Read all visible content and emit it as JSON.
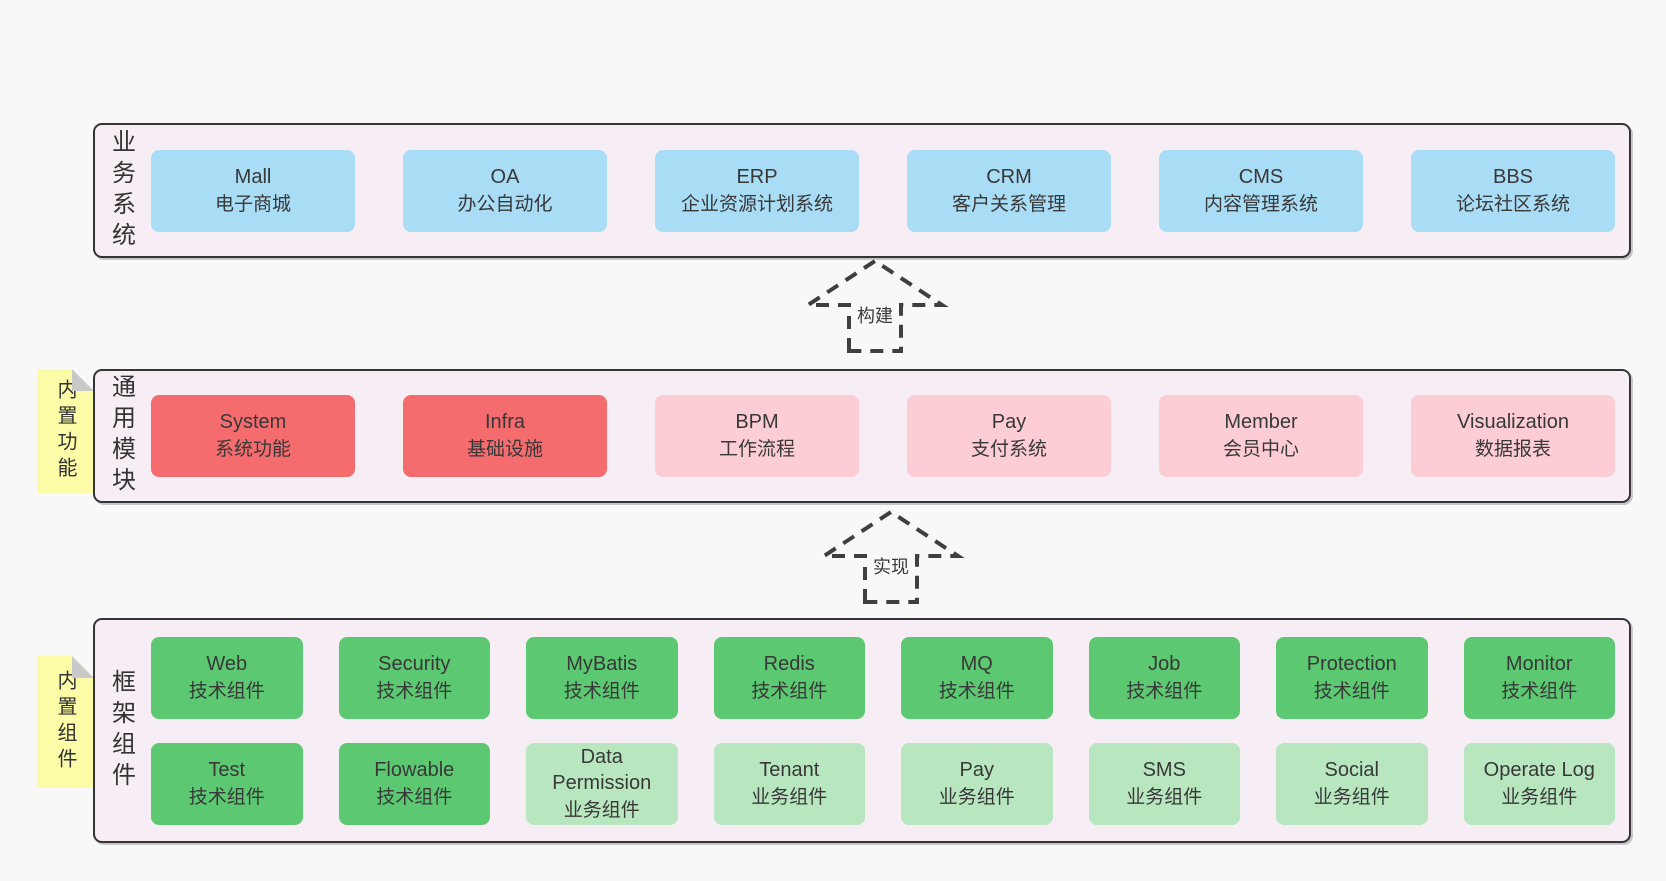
{
  "colors": {
    "blue": "#a9dcf5",
    "red": "#f56c6f",
    "pink": "#fccdd5",
    "green": "#5dc872",
    "lightgreen": "#b7e6bf",
    "panel_bg": "#f7eef5",
    "note_yellow": "#fbfba8",
    "border": "#353535"
  },
  "panels": {
    "business": {
      "label": "业务系统",
      "boxes": [
        {
          "name": "Mall",
          "desc": "电子商城"
        },
        {
          "name": "OA",
          "desc": "办公自动化"
        },
        {
          "name": "ERP",
          "desc": "企业资源计划系统"
        },
        {
          "name": "CRM",
          "desc": "客户关系管理"
        },
        {
          "name": "CMS",
          "desc": "内容管理系统"
        },
        {
          "name": "BBS",
          "desc": "论坛社区系统"
        }
      ]
    },
    "modules": {
      "label": "通用模块",
      "boxes": [
        {
          "name": "System",
          "desc": "系统功能",
          "color": "red"
        },
        {
          "name": "Infra",
          "desc": "基础设施",
          "color": "red"
        },
        {
          "name": "BPM",
          "desc": "工作流程",
          "color": "pink"
        },
        {
          "name": "Pay",
          "desc": "支付系统",
          "color": "pink"
        },
        {
          "name": "Member",
          "desc": "会员中心",
          "color": "pink"
        },
        {
          "name": "Visualization",
          "desc": "数据报表",
          "color": "pink"
        }
      ]
    },
    "components": {
      "label": "框架组件",
      "row1": [
        {
          "name": "Web",
          "desc": "技术组件",
          "color": "green"
        },
        {
          "name": "Security",
          "desc": "技术组件",
          "color": "green"
        },
        {
          "name": "MyBatis",
          "desc": "技术组件",
          "color": "green"
        },
        {
          "name": "Redis",
          "desc": "技术组件",
          "color": "green"
        },
        {
          "name": "MQ",
          "desc": "技术组件",
          "color": "green"
        },
        {
          "name": "Job",
          "desc": "技术组件",
          "color": "green"
        },
        {
          "name": "Protection",
          "desc": "技术组件",
          "color": "green"
        },
        {
          "name": "Monitor",
          "desc": "技术组件",
          "color": "green"
        }
      ],
      "row2": [
        {
          "name": "Test",
          "desc": "技术组件",
          "color": "green"
        },
        {
          "name": "Flowable",
          "desc": "技术组件",
          "color": "green"
        },
        {
          "name": "Data\nPermission",
          "desc": "业务组件",
          "color": "lightgreen"
        },
        {
          "name": "Tenant",
          "desc": "业务组件",
          "color": "lightgreen"
        },
        {
          "name": "Pay",
          "desc": "业务组件",
          "color": "lightgreen"
        },
        {
          "name": "SMS",
          "desc": "业务组件",
          "color": "lightgreen"
        },
        {
          "name": "Social",
          "desc": "业务组件",
          "color": "lightgreen"
        },
        {
          "name": "Operate Log",
          "desc": "业务组件",
          "color": "lightgreen"
        }
      ]
    }
  },
  "arrows": {
    "build": {
      "label": "构建"
    },
    "implement": {
      "label": "实现"
    }
  },
  "notes": {
    "functions": {
      "label": "内置功能"
    },
    "components": {
      "label": "内置组件"
    }
  }
}
